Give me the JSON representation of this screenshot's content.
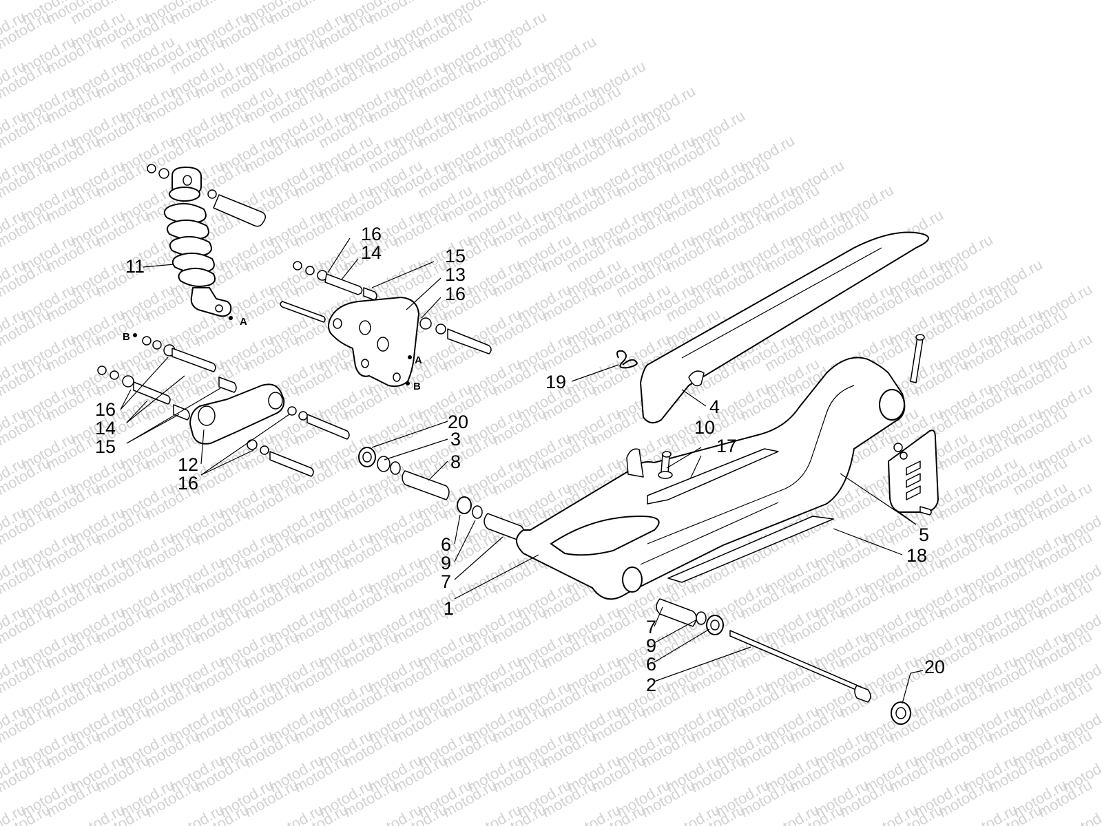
{
  "watermark": {
    "text": "motod.ru",
    "color": "#d2d2d2"
  },
  "ink_color": "#000000",
  "callouts": [
    {
      "id": "c11",
      "text": "11"
    },
    {
      "id": "c16a",
      "text": "16"
    },
    {
      "id": "c14a",
      "text": "14"
    },
    {
      "id": "c15a",
      "text": "15"
    },
    {
      "id": "c13",
      "text": "13"
    },
    {
      "id": "c16b",
      "text": "16"
    },
    {
      "id": "c16c",
      "text": "16"
    },
    {
      "id": "c14b",
      "text": "14"
    },
    {
      "id": "c15b",
      "text": "15"
    },
    {
      "id": "c12",
      "text": "12"
    },
    {
      "id": "c16d",
      "text": "16"
    },
    {
      "id": "c20a",
      "text": "20"
    },
    {
      "id": "c3",
      "text": "3"
    },
    {
      "id": "c8",
      "text": "8"
    },
    {
      "id": "c6a",
      "text": "6"
    },
    {
      "id": "c9a",
      "text": "9"
    },
    {
      "id": "c7a",
      "text": "7"
    },
    {
      "id": "c1",
      "text": "1"
    },
    {
      "id": "c19",
      "text": "19"
    },
    {
      "id": "c4",
      "text": "4"
    },
    {
      "id": "c10",
      "text": "10"
    },
    {
      "id": "c17",
      "text": "17"
    },
    {
      "id": "c5",
      "text": "5"
    },
    {
      "id": "c18",
      "text": "18"
    },
    {
      "id": "c7b",
      "text": "7"
    },
    {
      "id": "c9b",
      "text": "9"
    },
    {
      "id": "c6b",
      "text": "6"
    },
    {
      "id": "c2",
      "text": "2"
    },
    {
      "id": "c20b",
      "text": "20"
    }
  ],
  "markers": {
    "a_shock": "A",
    "a_bracket": "A",
    "b_bracket": "B",
    "b_linkage": "B"
  }
}
